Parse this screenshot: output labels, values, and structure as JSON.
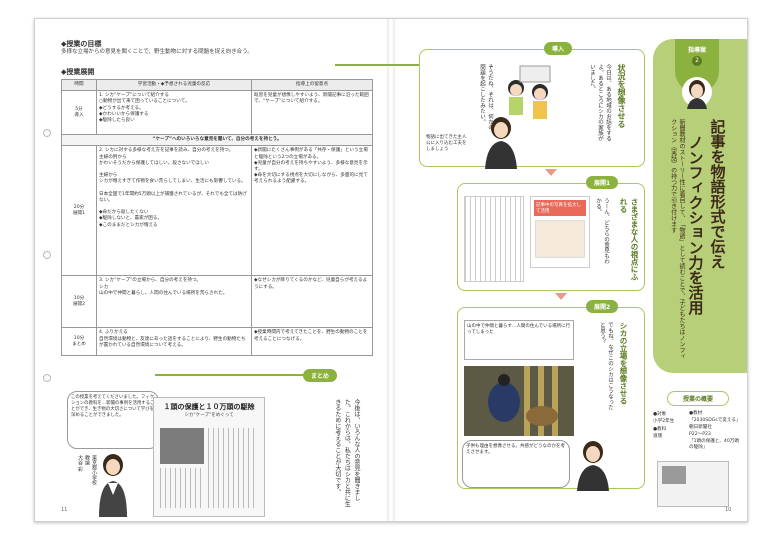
{
  "left_page": {
    "goal_heading": "◆授業の目標",
    "goal_text": "多様な立場からの意見を聞くことで、野生動物に対する問題を捉え向き合う。",
    "plan_heading": "◆授業展開",
    "table": {
      "headers": [
        "時間",
        "学習活動・◆予想される児童の反応",
        "指導上の留意点"
      ],
      "rows": [
        {
          "time": "5分\n導入",
          "activity": "1. シカ“ケープ”について紹介する\n○動物が出て来て困っていることについて。\n◆どうするか考える。\n◆かわいいから保護する\n◆駆除したら良い",
          "notes": "既習を児童が想像しやすいよう、新聞記事に沿った範囲で、“ケープ”について紹介する。"
        },
        {
          "time": "",
          "activity": "“ケープ”へのいろいろな意見を聞いて、自分の考えを持とう。",
          "notes": ""
        },
        {
          "time": "20分\n展開1",
          "activity": "2. シカに対する多様な考え方を記事を読み、自分の考えを持つ。\n主婦の例から\nかわいそうだから保護してほしい。殺さないでほしい\n\n主婦から\nシカが増えすぎて作物を食い荒らしてしまい、生活にも影響している。\n\n日本全国で1年間約5万頭以上が捕獲されているが、それでも全ては防げない。\n\n◆命だから殺したくない\n◆駆除しないと、農家が困る。\n◆このままだとシカが増える",
          "notes": "◆新聞にたくさん事例がある「共存・保護」という立場と駆除という2つの立場がある。\n◆児童が自分の考えを持ちやすいよう、多様な意見を示す。\n◆命を大切にする視点を大切にしながら、多面的に見て考えられるよう配慮する。"
        },
        {
          "time": "10分\n展開2",
          "activity": "3. シカ“ケープ”の立場から、自分の考えを持つ。\nシカ\n山の中で仲間と暮らし、人間の住んでいる場所を荒らされた。",
          "notes": "◆なぜシカが降りてくるのかなど、児童自らが考えるようにする。"
        },
        {
          "time": "10分\nまとめ",
          "activity": "4. ふりかえる\n自然環境は動物と、友達にあった話をすることにより、野生の動物たちが置かれている自然環境について考える。",
          "notes": "◆授業時間内で考えてきたことを、野生の動物のことを考えることにつなげる。"
        }
      ]
    },
    "summary_label": "まとめ",
    "teacher_bubble": "この授業を考えてくださいました。フィクションの教科を…新聞の事例を活用することができ、生き物の大切さについて学びを深めることができました。",
    "teacher_caption": "東京都小学校\n教諭\n大谷 彩",
    "newspaper_headline": "１頭の保護と１０万頭の駆除",
    "newspaper_subline": "シカ“ケープ”をめぐって",
    "summary_text": "今後は、いろんな人の意見を聞きました。これからは、私たちはシカと共に生きるために考えることが大切です。",
    "page_num": "11"
  },
  "right_page": {
    "shidoan_label": "指導案",
    "shidoan_num": "2",
    "title_line1": "記事を物語形式で伝え",
    "title_line2": "ノンフィクション力を活用",
    "intro_text": "新聞教材のストーリー性に着目して、「物語」として読むことで、子どもたちはノンフィクション（実話）の持つ力で引き付けます",
    "stage1_label": "導入",
    "stage1_title": "状況を想像させる",
    "stage1_teacher_q": "今日は、ある地域のお話をするよ。あるところにシカの家族がいました。",
    "stage1_students": "そうだね、それは、何かの問題を起こしたみたい。",
    "stage1_note": "物語に出てきた主人公に入り込む工夫をしましょう",
    "stage2_label": "展開1",
    "stage2_title": "さまざまな人の視点にふれる",
    "stage2_quote": "うーん、どちらの意見もわかる。",
    "stage2_card": "記事中の写真を拡大して活用",
    "stage3_label": "展開2",
    "stage3_title": "シカの立場を想像させる",
    "stage3_teacher": "でもね、なぜこのシカはこうなったと思う？",
    "stage3_quote": "山の中で仲間と暮らす…人間の住んでいる場所に行ってしまった",
    "stage3_note": "子供も理由を想像させる。共感がどうなのかを考えさせます。",
    "overview_label": "授業の概要",
    "overview": {
      "target_label": "●対象",
      "target_value": "小学2年生",
      "subject_label": "●教科",
      "subject_value": "道徳",
      "material_label": "●教材",
      "material_value": "「2030SDGsで変える」朝日新聞社\nP22〜P23\n「1頭の保護と、40万頭の駆除」"
    },
    "page_num": "10"
  },
  "colors": {
    "accent_green": "#8bb23f",
    "pale_green": "#a9c75d",
    "title_brown": "#3d2a18"
  }
}
